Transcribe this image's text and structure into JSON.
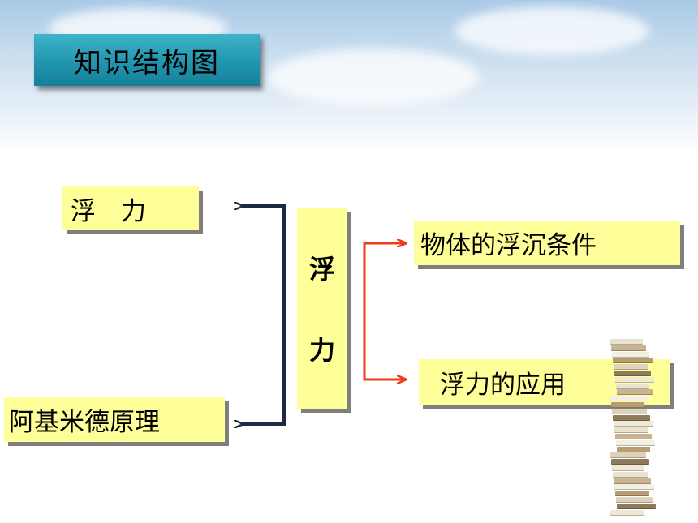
{
  "title": "知识结构图",
  "center": {
    "chars": [
      "浮",
      "力"
    ]
  },
  "left_nodes": {
    "top": "浮　力",
    "bottom": "阿基米德原理"
  },
  "right_nodes": {
    "top": "物体的浮沉条件",
    "bottom": "浮力的应用"
  },
  "colors": {
    "box_fill": "#ffff99",
    "left_arrow": "#1c2a44",
    "right_arrow": "#ee3b1c",
    "title_fill": "#1f93ad"
  }
}
